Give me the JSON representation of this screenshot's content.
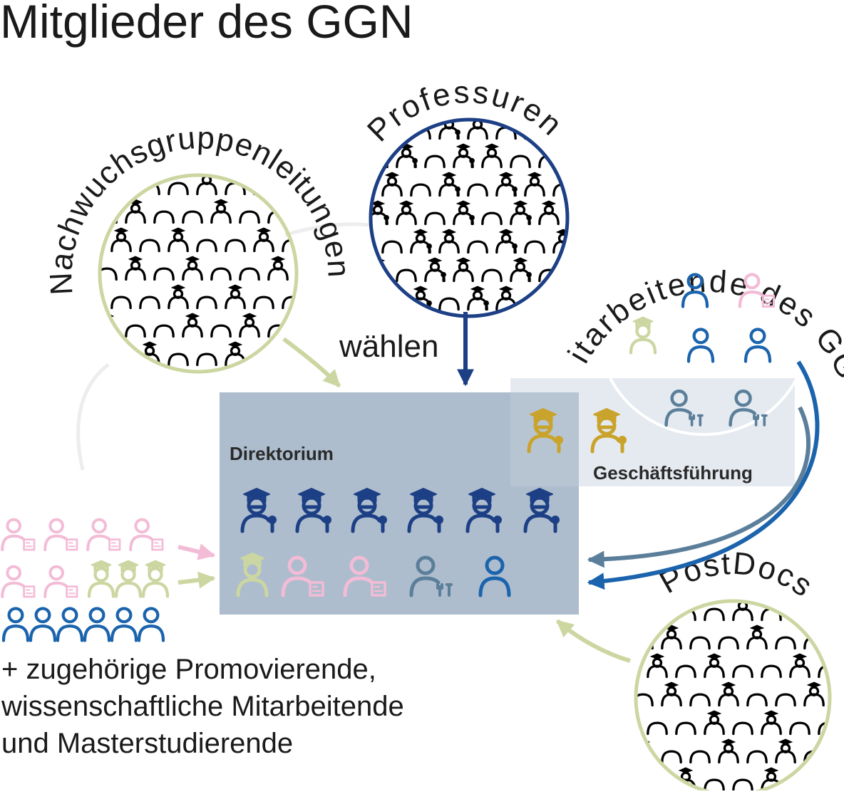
{
  "title": "Mitglieder des GGN",
  "circles": {
    "nachwuchs": "Nachwuchsgruppenleitungen",
    "professuren": "Professuren",
    "mitarbeitende": "Mitarbeitende des GGN",
    "postdocs": "PostDocs"
  },
  "arrow_label": "wählen",
  "boxes": {
    "direktorium": "Direktorium",
    "geschaeftsfuehrung": "Geschäftsführung"
  },
  "footer": {
    "line1": "+ zugehörige Promovierende,",
    "line2": "wissenschaftliche Mitarbeitende",
    "line3": "und Masterstudierende"
  },
  "colors": {
    "professor_navy": "#1c3f85",
    "ggn_blue": "#1b64ad",
    "steel": "#5b7f9a",
    "gold": "#c9a32b",
    "olive": "#cbd6a1",
    "pink": "#f3bcd6",
    "box_fill": "#adbdcd",
    "gf_fill": "#dfe5ec",
    "light_gray": "#ededed"
  },
  "icons": {
    "professor": "graduate-cap-person-icon",
    "ggn_staff": "person-outline-icon",
    "tech_staff": "person-with-tools-icon",
    "student": "person-with-id-card-icon"
  }
}
